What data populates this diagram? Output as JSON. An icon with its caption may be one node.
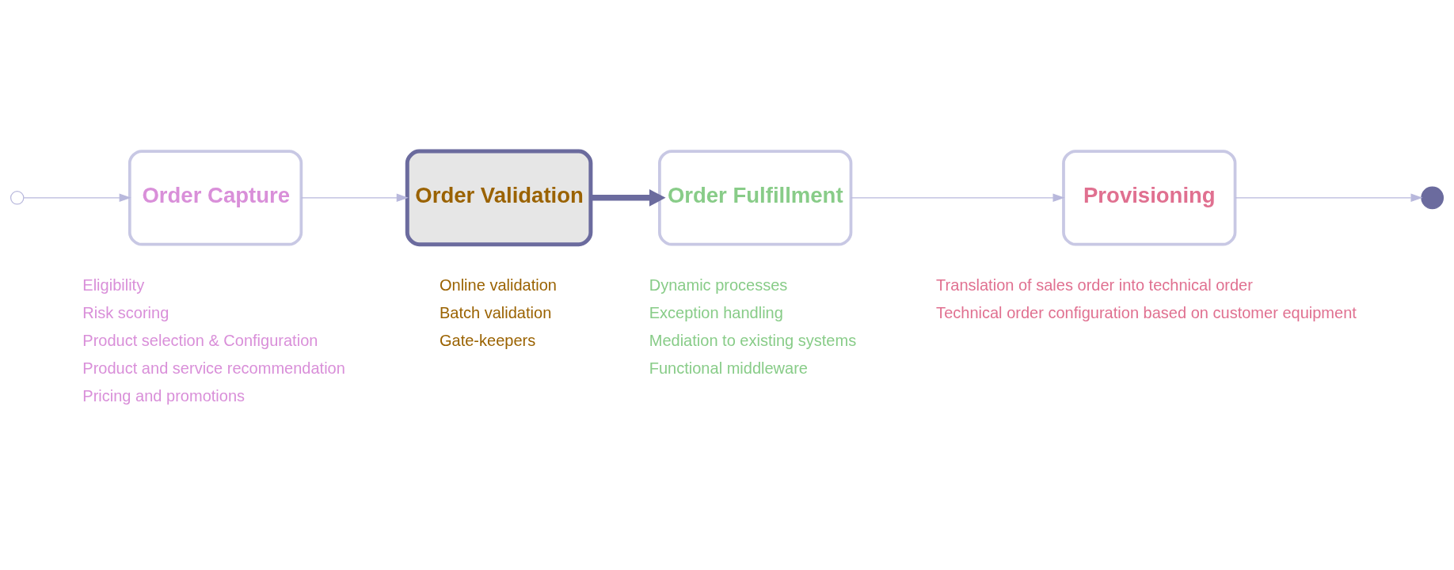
{
  "diagram": {
    "nodes": [
      {
        "text": [],
        "shape": "circle"
      },
      {
        "text": [
          "Order Capture"
        ],
        "beside": [
          "Eligibility",
          "Risk scoring",
          "Product selection & Configuration",
          "Product and service recommendation",
          "Pricing and promotions"
        ]
      },
      {
        "text": [
          "Order Validation"
        ],
        "beside": [
          "Online validation",
          "Batch validation",
          "Gate-keepers"
        ]
      },
      {
        "text": [
          "Order Fulfillment"
        ],
        "beside": [
          "Dynamic processes",
          "Exception handling",
          "Mediation to existing systems",
          "Functional middleware"
        ]
      },
      {
        "text": [
          "Provisioning"
        ],
        "beside": [
          "Translation of sales order into technical order",
          "Technical order configuration based on customer equipment"
        ]
      },
      {
        "text": [],
        "shape": "circle"
      }
    ],
    "edges": [
      {
        "from": 0,
        "to": 1,
        "arrow": "to"
      },
      {
        "from": 1,
        "to": 2,
        "arrow": "to"
      },
      {
        "from": 2,
        "to": 3,
        "arrow": "to",
        "style": "thick",
        "color": "#6b6b9e"
      },
      {
        "from": 3,
        "to": 4,
        "arrow": "to"
      },
      {
        "from": 4,
        "to": 5,
        "arrow": "to"
      }
    ]
  }
}
